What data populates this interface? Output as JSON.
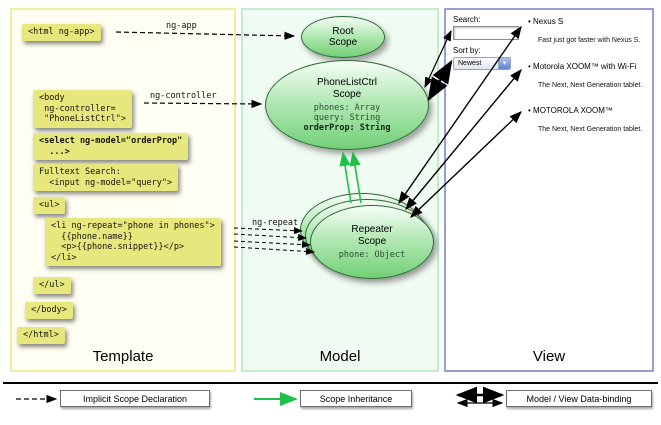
{
  "columns": {
    "template": "Template",
    "model": "Model",
    "view": "View"
  },
  "code": {
    "html_open": "<html ng-app>",
    "body_open": "<body\n ng-controller=\n \"PhoneListCtrl\">",
    "select": "<select ng-model=\"orderProp\"\n  ...>",
    "fulltext": "Fulltext Search:\n  <input ng-model=\"query\">",
    "ul_open": "<ul>",
    "li_repeat": "<li ng-repeat=\"phone in phones\">\n  {{phone.name}}\n  <p>{{phone.snippet}}</p>\n</li>",
    "ul_close": "</ul>",
    "body_close": "</body>",
    "html_close": "</html>"
  },
  "arrow_labels": {
    "ng_app": "ng-app",
    "ng_controller": "ng-controller",
    "ng_repeat": "ng-repeat"
  },
  "model": {
    "root_scope": {
      "title": "Root\nScope"
    },
    "phonelist_scope": {
      "title": "PhoneListCtrl\nScope",
      "props": "phones: Array\nquery: String",
      "bold_prop": "orderProp: String"
    },
    "repeater_scope": {
      "title": "Repeater\nScope",
      "prop": "phone: Object"
    }
  },
  "view": {
    "search_label": "Search:",
    "sort_label": "Sort by:",
    "sort_value": "Newest",
    "select_glyph": "▾",
    "items": [
      {
        "title": "Nexus S",
        "desc": "Fast just got faster with Nexus S."
      },
      {
        "title": "Motorola XOOM™ with Wi-Fi",
        "desc": "The Next, Next Generation tablet."
      },
      {
        "title": "MOTOROLA XOOM™",
        "desc": "The Next, Next Generation tablet."
      }
    ]
  },
  "legend": {
    "items": [
      "Implicit Scope Declaration",
      "Scope Inheritance",
      "Model / View Data-binding"
    ]
  }
}
